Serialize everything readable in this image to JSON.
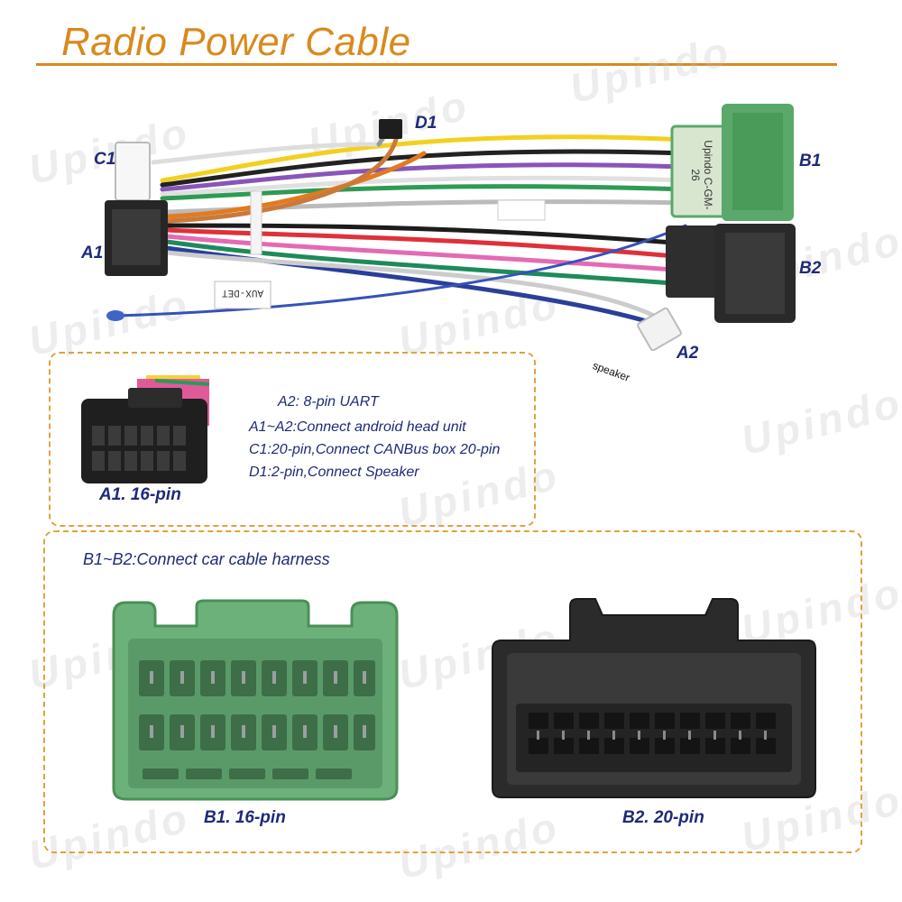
{
  "title": "Radio Power Cable",
  "watermark": "Upindo",
  "labels": {
    "c1": "C1",
    "d1": "D1",
    "b1": "B1",
    "a1": "A1",
    "b2": "B2",
    "a2": "A2",
    "speaker": "speaker"
  },
  "notes": {
    "a2_uart": "A2: 8-pin UART",
    "a1_a2": "A1~A2:Connect android head unit",
    "c1": "C1:20-pin,Connect CANBus box 20-pin",
    "d1": "D1:2-pin,Connect Speaker",
    "b1_b2": "B1~B2:Connect car cable harness"
  },
  "captions": {
    "a1": "A1. 16-pin",
    "b1": "B1. 16-pin",
    "b2": "B2. 20-pin"
  },
  "stickers": {
    "b1_text": "Upindo C-GM-26",
    "aux": "AUX-DET"
  },
  "colors": {
    "accent_orange": "#d98a1c",
    "dashed_border": "#e0a23c",
    "label_blue": "#1e2a78",
    "connector_green": "#5aa86a",
    "connector_black": "#2a2a2a"
  }
}
